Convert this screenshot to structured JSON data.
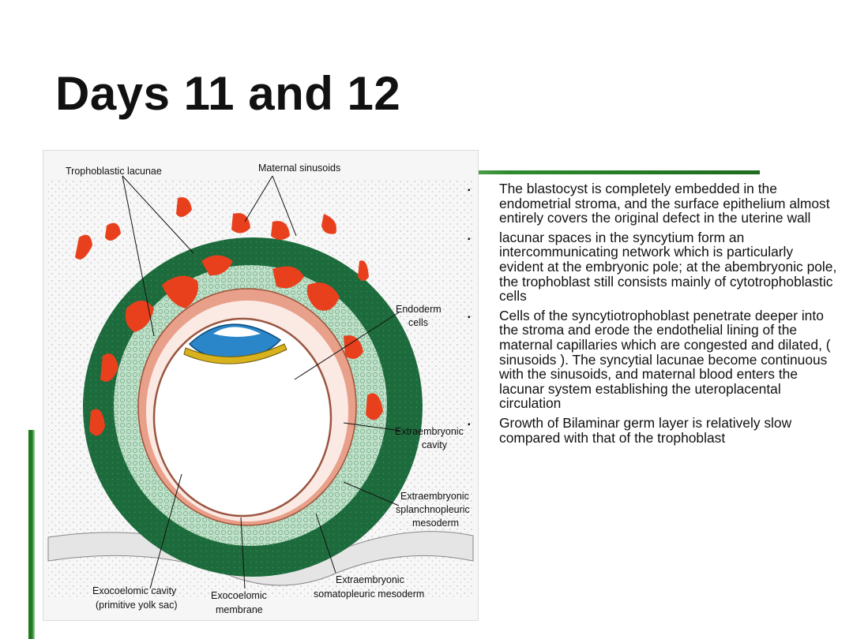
{
  "slide": {
    "title": "Days 11 and 12",
    "accent_color": "#1f7a1f"
  },
  "figure": {
    "labels": {
      "trophoblastic_lacunae": "Trophoblastic lacunae",
      "maternal_sinusoids": "Maternal sinusoids",
      "endoderm_cells_1": "Endoderm",
      "endoderm_cells_2": "cells",
      "extraembryonic_cavity_1": "Extraembryonic",
      "extraembryonic_cavity_2": "cavity",
      "splanchnopleuric_1": "Extraembryonic",
      "splanchnopleuric_2": "splanchnopleuric",
      "splanchnopleuric_3": "mesoderm",
      "somatopleuric_1": "Extraembryonic",
      "somatopleuric_2": "somatopleuric mesoderm",
      "exocoelomic_cavity_1": "Exocoelomic cavity",
      "exocoelomic_cavity_2": "(primitive yolk sac)",
      "exocoelomic_membrane_1": "Exocoelomic",
      "exocoelomic_membrane_2": "membrane"
    },
    "colors": {
      "syncytiotrophoblast": "#1f6e3f",
      "cytotrophoblast": "#b9dcc4",
      "lacunae": "#e8401c",
      "mesoderm": "#e8a08a",
      "epiblast": "#2a86c8",
      "hypoblast": "#d8b21c"
    }
  },
  "bullets": [
    {
      "marker": "▪",
      "text": "The blastocyst is completely embedded in the endometrial stroma, and the surface epithelium almost entirely covers the original defect in the uterine wall"
    },
    {
      "marker": "▪",
      "text": " lacunar spaces in the syncytium  form an intercommunicating network which  is particularly evident at the embryonic pole; at the abembryonic pole, the trophoblast still consists mainly of cytotrophoblastic cells"
    },
    {
      "marker": "▪",
      "text": "Cells of the syncytiotrophoblast penetrate deeper into the stroma and erode the endothelial lining of the maternal capillaries which are congested and dilated, ( sinusoids ). The syncytial lacunae become continuous with the sinusoids, and maternal blood enters the lacunar system establishing the uteroplacental circulation"
    },
    {
      "marker": "▪",
      "text": "Growth of Bilaminar germ  layer  is relatively slow compared with that of the trophoblast"
    }
  ]
}
